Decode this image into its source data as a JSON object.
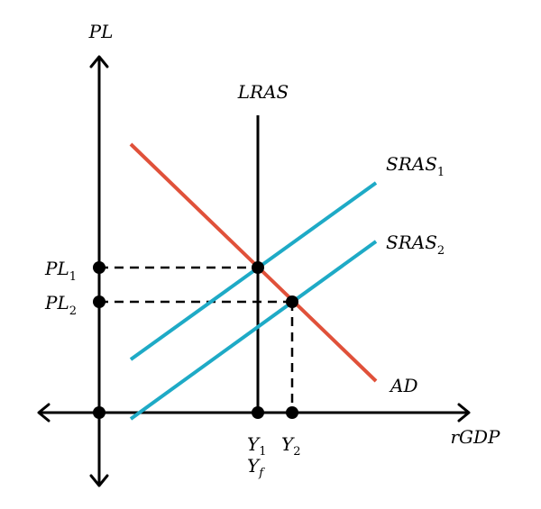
{
  "diagram": {
    "title": "AD-AS Model",
    "axes": {
      "y_label": "PL",
      "x_label": "rGDP"
    },
    "curves": {
      "lras": {
        "label": "LRAS"
      },
      "sras1": {
        "label": "SRAS",
        "subscript": "1",
        "color": "#1eaac6"
      },
      "sras2": {
        "label": "SRAS",
        "subscript": "2",
        "color": "#1eaac6"
      },
      "ad": {
        "label": "AD",
        "color": "#e0513a"
      }
    },
    "price_levels": [
      {
        "label": "PL",
        "subscript": "1"
      },
      {
        "label": "PL",
        "subscript": "2"
      }
    ],
    "outputs": [
      {
        "label": "Y",
        "subscript": "1"
      },
      {
        "label": "Y",
        "subscript": "f"
      },
      {
        "label": "Y",
        "subscript": "2"
      }
    ]
  }
}
